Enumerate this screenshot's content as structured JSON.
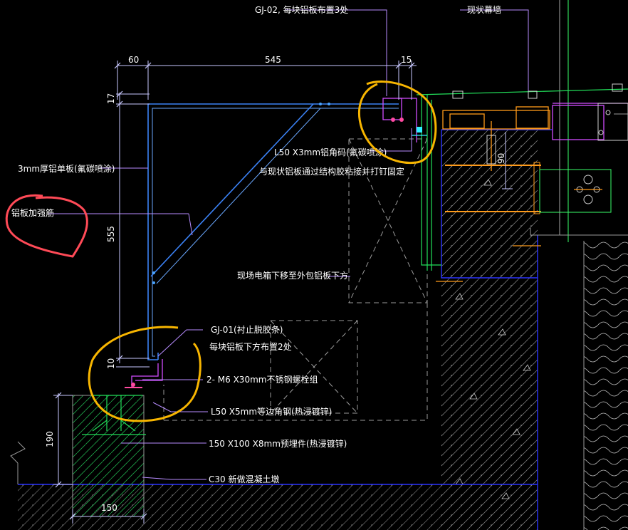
{
  "labels": {
    "gj02": "GJ-02, 每块铝板布置3处",
    "existing_curtain_wall": "现状幕墙",
    "aluminum_single_panel": "3mm厚铝单板(氟碳喷涂)",
    "aluminum_stiffener": "铝板加强筋",
    "angle_l50x3": "L50 X3mm铝角码(氟碳喷涂)",
    "connect_note": "与现状铝板通过结构胶粘接并打钉固定",
    "lift_box": "现场电箱下移至外包铝板下方",
    "gj01_line1": "GJ-01(衬止脱胶条)",
    "gj01_line2": "每块铝板下方布置2处",
    "bolt": "2- M6 X30mm不锈钢螺栓组",
    "angle_l50x5": "L50 X5mm等边角钢(热浸镀锌)",
    "embed_plate": "150 X100 X8mm预埋件(热浸镀锌)",
    "concrete": "C30 新做混凝土墩"
  },
  "dimensions": {
    "d60": "60",
    "d545": "545",
    "d15": "15",
    "d17": "17",
    "d555": "555",
    "d10": "10",
    "d190": "190",
    "d150": "150",
    "d90": "90"
  },
  "colors": {
    "background": "#000000",
    "wall": "#2a33ff",
    "panel": "#3b82f6",
    "leader": "#b78cff",
    "steel": "#d24cff",
    "green": "#22e05a",
    "orange": "#ff9b1a",
    "highlight_yellow": "#f7b500",
    "highlight_red": "#ff4a57"
  }
}
